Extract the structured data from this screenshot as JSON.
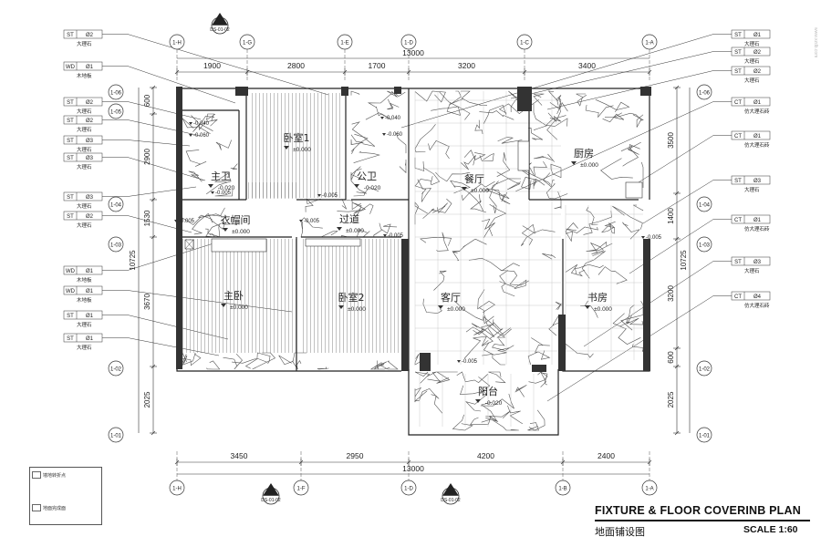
{
  "title": {
    "en": "FIXTURE  &  FLOOR COVERINB PLAN",
    "cn": "地面铺设图",
    "scale": "SCALE   1:60"
  },
  "watermark": "www.xzdb.com",
  "top_dims": {
    "total": "13000",
    "segments": [
      "1900",
      "2800",
      "1700",
      "3200",
      "3400"
    ]
  },
  "bottom_dims": {
    "total": "13000",
    "segments": [
      "3450",
      "2950",
      "4200",
      "2400"
    ]
  },
  "left_dims": {
    "total": "10725",
    "segments": [
      "600",
      "2900",
      "1530",
      "3670",
      "2025"
    ]
  },
  "right_dims": {
    "total": "10725",
    "segments": [
      "3500",
      "1400",
      "3200",
      "600",
      "2025"
    ]
  },
  "axes_top": [
    "1-H",
    "1-G",
    "1-E",
    "1-D",
    "1-C",
    "1-A"
  ],
  "axes_bottom": [
    "1-H",
    "1-F",
    "1-D",
    "1-B",
    "1-A"
  ],
  "axes_left": [
    "1-06",
    "1-05",
    "1-04",
    "1-03",
    "1-02",
    "1-01"
  ],
  "axes_right": [
    "1-06",
    "1-04",
    "1-03",
    "1-02",
    "1-01"
  ],
  "section_marks": [
    {
      "num": "03",
      "ref": "DS-01-02"
    },
    {
      "num": "02",
      "ref": "DS-01-02"
    },
    {
      "num": "01",
      "ref": "DS-01-02"
    }
  ],
  "rooms": [
    {
      "name": "卧室1",
      "level": "±0.000"
    },
    {
      "name": "公卫",
      "level": "-0.020"
    },
    {
      "name": "餐厅",
      "level": "±0.000"
    },
    {
      "name": "厨房",
      "level": "±0.000"
    },
    {
      "name": "主卫",
      "level": "-0.020"
    },
    {
      "name": "衣帽间",
      "level": "±0.000"
    },
    {
      "name": "过道",
      "level": "±0.000"
    },
    {
      "name": "主卧",
      "level": "±0.000"
    },
    {
      "name": "卧室2",
      "level": "±0.000"
    },
    {
      "name": "客厅",
      "level": "±0.000"
    },
    {
      "name": "书房",
      "level": "±0.000"
    },
    {
      "name": "阳台",
      "level": "-0.020"
    }
  ],
  "small_levels": [
    "-0.040",
    "-0.060",
    "-0.040",
    "-0.060",
    "-0.005",
    "-0.005",
    "-0.005",
    "-0.005",
    "-0.005",
    "-0.005",
    "-0.005"
  ],
  "tags_left": [
    {
      "code": "ST",
      "num": "Ø2",
      "desc": "大理石"
    },
    {
      "code": "WD",
      "num": "Ø1",
      "desc": "木地板"
    },
    {
      "code": "ST",
      "num": "Ø2",
      "desc": "大理石"
    },
    {
      "code": "ST",
      "num": "Ø2",
      "desc": "大理石"
    },
    {
      "code": "ST",
      "num": "Ø3",
      "desc": "大理石"
    },
    {
      "code": "ST",
      "num": "Ø3",
      "desc": "大理石"
    },
    {
      "code": "ST",
      "num": "Ø3",
      "desc": "大理石"
    },
    {
      "code": "ST",
      "num": "Ø2",
      "desc": "大理石"
    },
    {
      "code": "WD",
      "num": "Ø1",
      "desc": "木地板"
    },
    {
      "code": "WD",
      "num": "Ø1",
      "desc": "木地板"
    },
    {
      "code": "ST",
      "num": "Ø1",
      "desc": "大理石"
    },
    {
      "code": "ST",
      "num": "Ø1",
      "desc": "大理石"
    }
  ],
  "tags_right": [
    {
      "code": "ST",
      "num": "Ø1",
      "desc": "大理石"
    },
    {
      "code": "ST",
      "num": "Ø2",
      "desc": "大理石"
    },
    {
      "code": "ST",
      "num": "Ø2",
      "desc": "大理石"
    },
    {
      "code": "CT",
      "num": "Ø1",
      "desc": "仿大理石砖"
    },
    {
      "code": "CT",
      "num": "Ø1",
      "desc": "仿大理石砖"
    },
    {
      "code": "ST",
      "num": "Ø3",
      "desc": "大理石"
    },
    {
      "code": "CT",
      "num": "Ø1",
      "desc": "仿大理石砖"
    },
    {
      "code": "ST",
      "num": "Ø3",
      "desc": "大理石"
    },
    {
      "code": "CT",
      "num": "Ø4",
      "desc": "仿大理石砖"
    }
  ],
  "legend": [
    "墙地转折点",
    "地面完成面"
  ]
}
